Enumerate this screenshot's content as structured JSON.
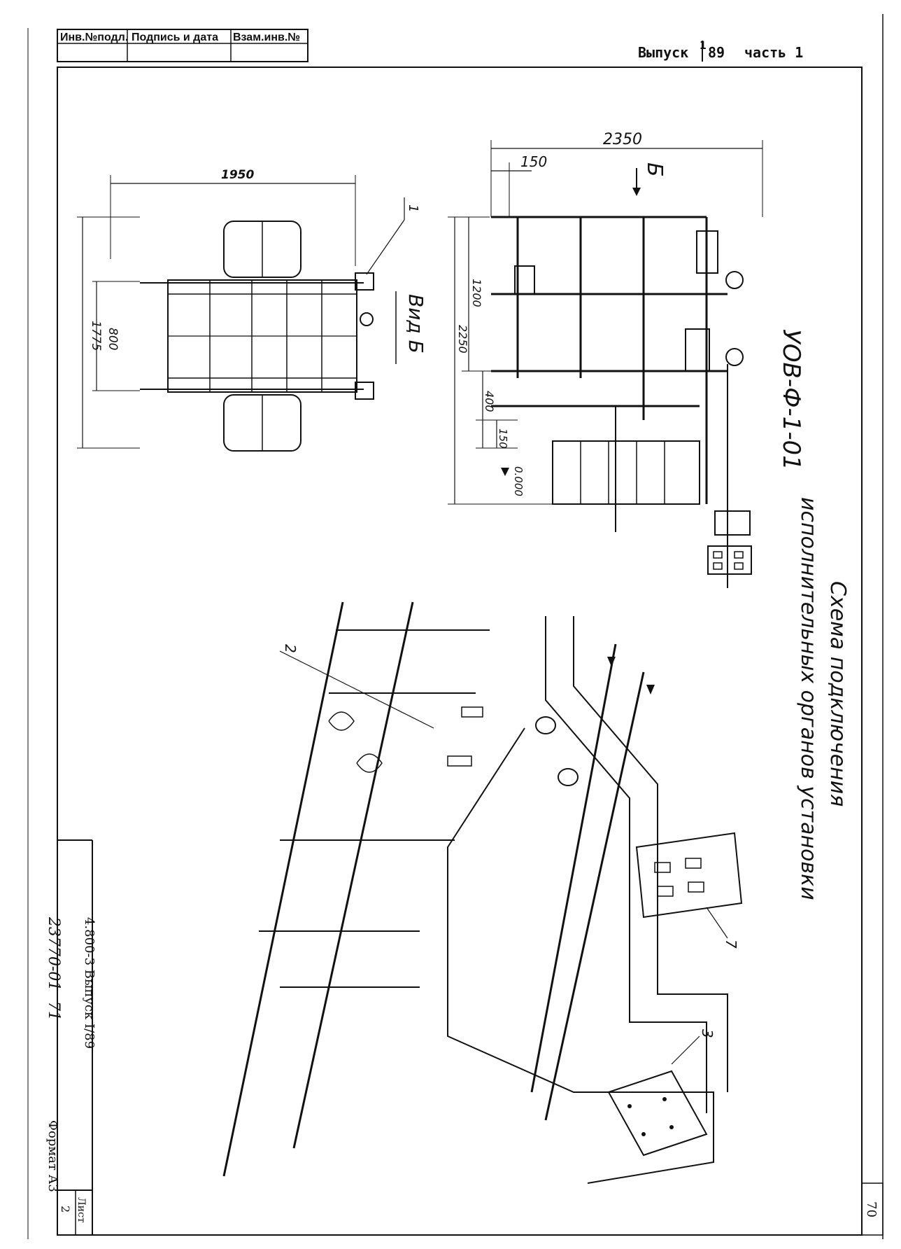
{
  "stamp": {
    "col1": "Инв.№подл.",
    "col2": "Подпись и дата",
    "col3": "Взам.инв.№"
  },
  "header": {
    "issue_label": "Выпуск",
    "issue_num": "1",
    "issue_year": "89",
    "part": "часть 1"
  },
  "title": {
    "line1": "Схема подключения",
    "line2": "исполнительных органов установки"
  },
  "installation_code": "УОВ-Ф-1-01",
  "view_label": "Вид Б",
  "arrow_label": "Б",
  "dimensions": {
    "top_1950": "1950",
    "left_1775": "1775",
    "left_800": "800",
    "top_2350": "2350",
    "top_150": "150",
    "left_1200": "1200",
    "left_2250": "2250",
    "left_400": "400",
    "left_150": "150",
    "level_0000": "0.000"
  },
  "callouts": {
    "c1": "1",
    "c2": "2",
    "c3": "3",
    "c7": "7"
  },
  "title_block": {
    "doc": "4.800-3 Выпуск I/89",
    "code": "23770-01",
    "sheet_no": "71",
    "format": "Формат А3",
    "list_label": "Лист",
    "list_no": "2"
  },
  "page_number": "70"
}
